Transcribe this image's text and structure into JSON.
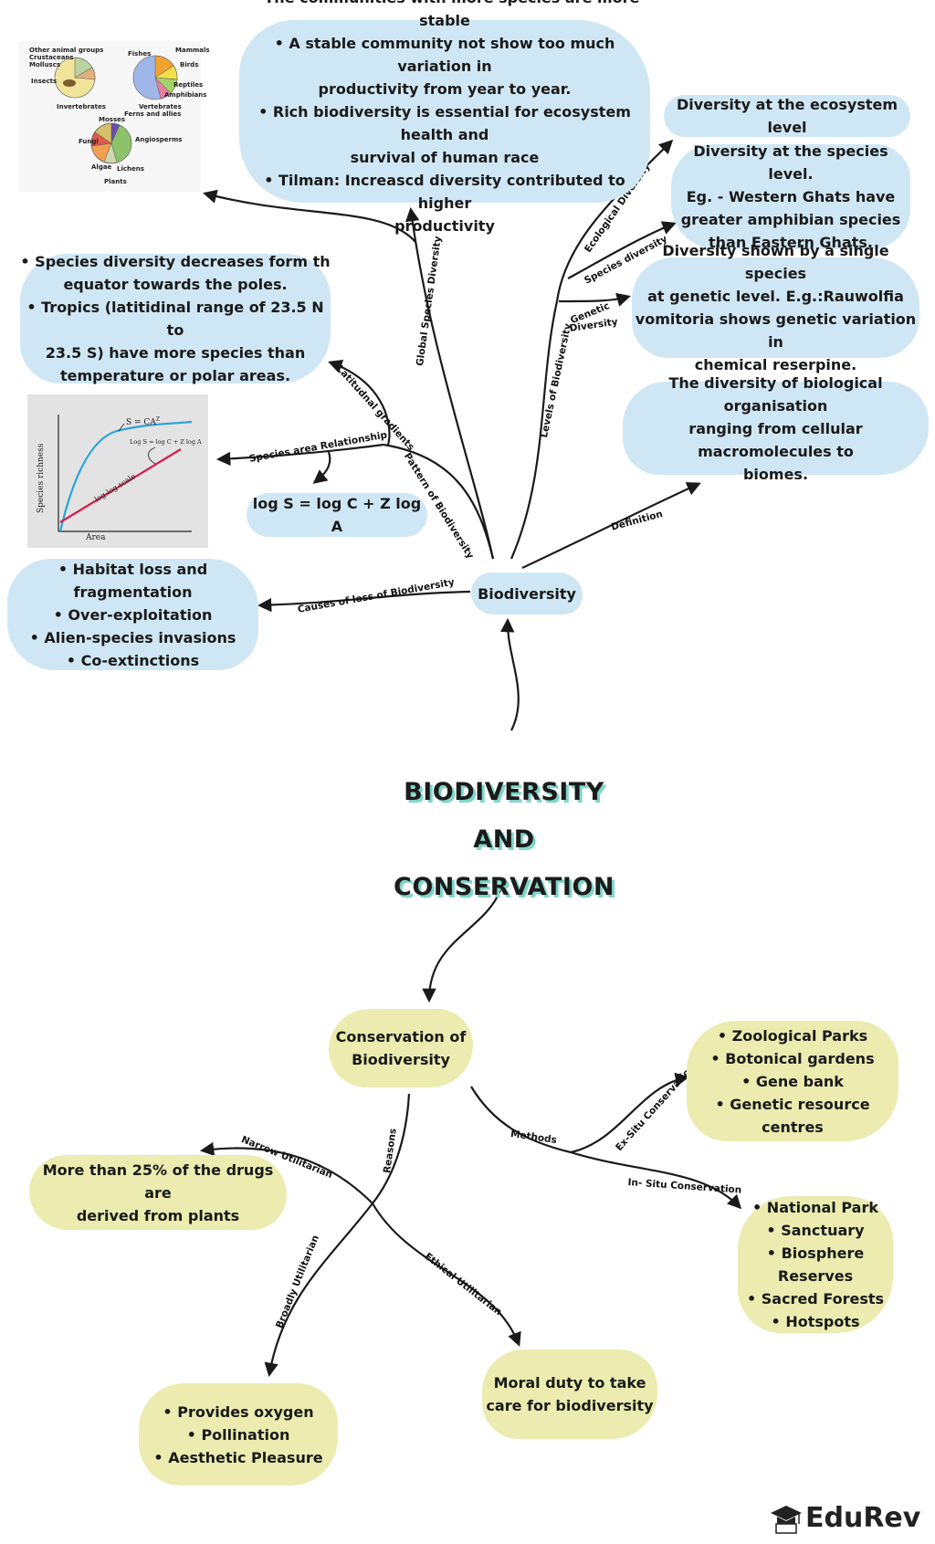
{
  "title": {
    "line1": "BIODIVERSITY",
    "line2": "AND",
    "line3": "CONSERVATION"
  },
  "nodes": {
    "biodiversity": "Biodiversity",
    "conservation": [
      "Conservation of",
      "Biodiversity"
    ],
    "global": [
      "• The communities with more species are more stable",
      "• A stable community not show too much variation in",
      "productivity from year to year.",
      "• Rich biodiversity is essential for ecosystem health and",
      "survival of human race",
      "• Tilman: Increascd diversity contributed to higher",
      "productivity"
    ],
    "ecosystem": [
      "Diversity at the ecosystem level"
    ],
    "species": [
      "Diversity at the species level.",
      "Eg. - Western Ghats have",
      "greater amphibian species",
      "than Eastern Ghats."
    ],
    "genetic": [
      "Diversity shown by a single species",
      "at genetic level. E.g.:Rauwolfia",
      "vomitoria shows genetic variation in",
      "chemical reserpine."
    ],
    "definition": [
      "The diversity of biological organisation",
      "ranging from cellular macromolecules to",
      "biomes."
    ],
    "latitudinal": [
      "• Species diversity decreases form th",
      "equator towards the poles.",
      "• Tropics (latitidinal range of 23.5 N to",
      "23.5 S) have more species than",
      "temperature or polar areas."
    ],
    "formula": [
      "log S = log C + Z log A"
    ],
    "causes": [
      "• Habitat loss and fragmentation",
      "• Over-exploitation",
      "• Alien-species invasions",
      "• Co-extinctions"
    ],
    "exsitu": [
      "• Zoological Parks",
      "• Botonical gardens",
      "• Gene bank",
      "• Genetic resource centres"
    ],
    "insitu": [
      "• National Park",
      "• Sanctuary",
      "• Biosphere Reserves",
      "• Sacred Forests",
      "• Hotspots"
    ],
    "narrow": [
      "More than 25% of the drugs are",
      "derived from plants"
    ],
    "broadly": [
      "• Provides oxygen",
      "• Pollination",
      "• Aesthetic Pleasure"
    ],
    "ethical": [
      "Moral duty to take",
      "care for biodiversity"
    ]
  },
  "edge_labels": {
    "global": "Global Species Diversity",
    "levels": "Levels of Biodiversity",
    "ecological": "Ecological Diversity",
    "species_div": "Species diversity",
    "genetic_1": "Genetic",
    "genetic_2": "Diversity",
    "definition": "Definition",
    "pattern": "Pattern of Biodiversity",
    "latitudinal": "Latitudnal gradients",
    "species_area": "Species area Relationship",
    "causes": "Causes of loss of Biodiversity",
    "methods": "Methods",
    "exsitu": "Ex-Situ Conservation",
    "insitu": "In- Situ Conservation",
    "reasons": "Reasons",
    "narrow": "Narrow Utilitarian",
    "broadly": "Broadly Utilitarian",
    "ethical": "Ethical Utilitarian"
  },
  "pie_figure": {
    "invertebrates_caption": "Invertebrates",
    "vertebrates_caption": "Vertebrates",
    "plants_caption": "Plants",
    "invertebrate_labels": [
      "Other animal groups",
      "Crustaceans",
      "Molluscs",
      "Insects"
    ],
    "vertebrate_labels": [
      "Fishes",
      "Mammals",
      "Birds",
      "Reptiles",
      "Amphibians"
    ],
    "plant_labels": [
      "Mosses",
      "Ferns and allies",
      "Fungi",
      "Angiosperms",
      "Algae",
      "Lichens"
    ]
  },
  "graph_figure": {
    "ylabel": "Species richness",
    "xlabel": "Area",
    "curve_label": "S = CA",
    "curve_sup": "Z",
    "line_label": "Log S = log C + Z log A",
    "scale_label": "log-log scale"
  },
  "logo": {
    "text": "EduRev",
    "icon": "graduation-cap-icon"
  },
  "colors": {
    "blue_node": "#cfe7f5",
    "yellow_node": "#ecebb0",
    "title_shadow": "#7fd6c7",
    "curve": "#2aa3dc",
    "line": "#d81b4a"
  }
}
